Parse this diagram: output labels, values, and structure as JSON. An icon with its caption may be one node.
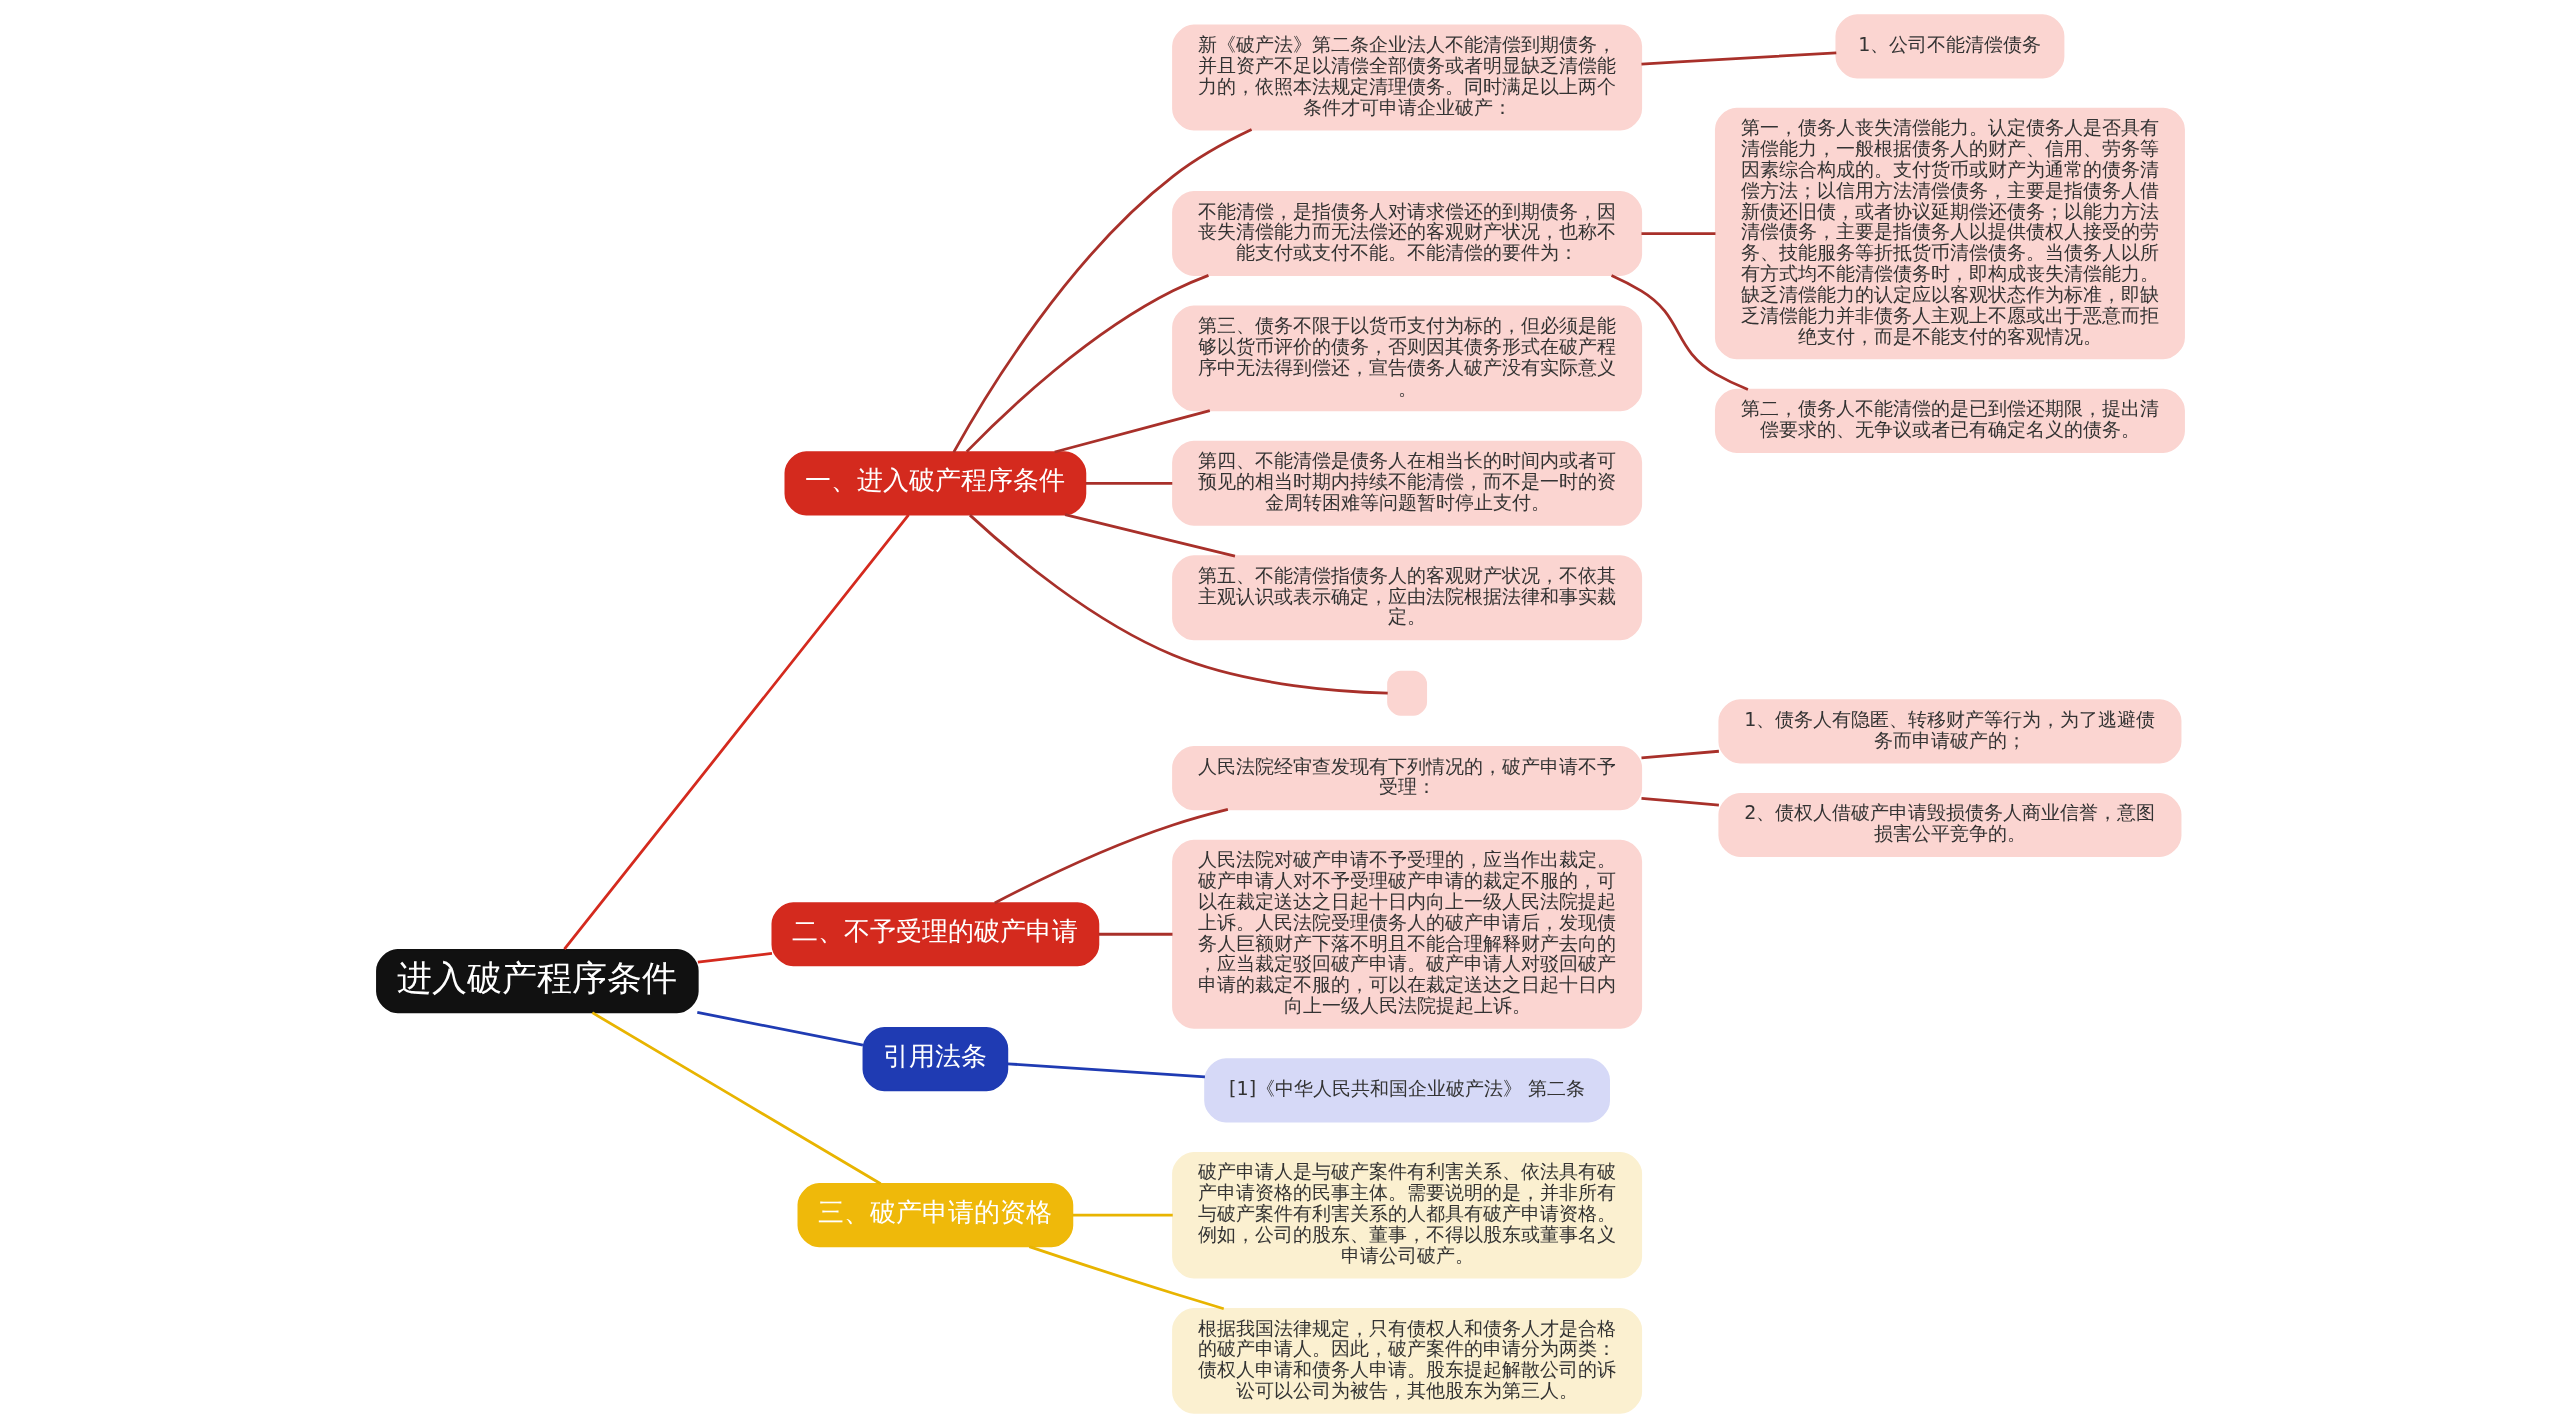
{
  "diagram": {
    "nodes": [
      {
        "text": [
          "进入破产程序条件"
        ]
      },
      {
        "text": [
          "一、进入破产程序条件"
        ]
      },
      {
        "text": [
          "新《破产法》第二条企业法人不能清偿到期债务，并且资产不足以清偿全部债务或者明显缺乏清偿能力的，依照本法规定清理债务。同时满足以上两个条件才可申请企业破产："
        ]
      },
      {
        "text": [
          "1、公司不能清偿债务"
        ]
      },
      {
        "text": [
          "不能清偿，是指债务人对请求偿还的到期债务，因丧失清偿能力而无法偿还的客观财产状况，也称不能支付或支付不能。不能清偿的要件为："
        ]
      },
      {
        "text": [
          "第一，债务人丧失清偿能力。认定债务人是否具有清偿能力，一般根据债务人的财产、信用、劳务等因素综合构成的。支付货币或财产为通常的债务清偿方法；以信用方法清偿债务，主要是指债务人借新债还旧债，或者协议延期偿还债务；以能力方法清偿债务，主要是指债务人以提供债权人接受的劳务、技能服务等折抵货币清偿债务。当债务人以所有方式均不能清偿债务时，即构成丧失清偿能力。缺乏清偿能力的认定应以客观状态作为标准，即缺乏清偿能力并非债务人主观上不愿或出于恶意而拒绝支付，而是不能支付的客观情况。"
        ]
      },
      {
        "text": [
          "第二，债务人不能清偿的是已到偿还期限，提出清偿要求的、无争议或者已有确定名义的债务。"
        ]
      },
      {
        "text": [
          "第三、债务不限于以货币支付为标的，但必须是能够以货币评价的债务，否则因其债务形式在破产程序中无法得到偿还，宣告债务人破产没有实际意义。"
        ]
      },
      {
        "text": [
          "第四、不能清偿是债务人在相当长的时间内或者可预见的相当时期内持续不能清偿，而不是一时的资金周转困难等问题暂时停止支付。"
        ]
      },
      {
        "text": [
          "第五、不能清偿指债务人的客观财产状况，不依其主观认识或表示确定，应由法院根据法律和事实裁定。"
        ]
      },
      {
        "text": [],
        "shape": "box"
      },
      {
        "text": [
          "二、不予受理的破产申请"
        ]
      },
      {
        "text": [
          "人民法院经审查发现有下列情况的，破产申请不予受理："
        ]
      },
      {
        "text": [
          "1、债务人有隐匿、转移财产等行为，为了逃避债务而申请破产的；"
        ]
      },
      {
        "text": [
          "2、债权人借破产申请毁损债务人商业信誉，意图损害公平竞争的。"
        ]
      },
      {
        "text": [
          "人民法院对破产申请不予受理的，应当作出裁定。破产申请人对不予受理破产申请的裁定不服的，可以在裁定送达之日起十日内向上一级人民法院提起上诉。人民法院受理债务人的破产申请后，发现债务人巨额财产下落不明且不能合理解释财产去向的，应当裁定驳回破产申请。破产申请人对驳回破产申请的裁定不服的，可以在裁定送达之日起十日内向上一级人民法院提起上诉。"
        ]
      },
      {
        "text": [
          "引用法条"
        ]
      },
      {
        "text": [
          "[1]《中华人民共和国企业破产法》 第二条"
        ]
      },
      {
        "text": [
          "三、破产申请的资格"
        ]
      },
      {
        "text": [
          "破产申请人是与破产案件有利害关系、依法具有破产申请资格的民事主体。需要说明的是，并非所有与破产案件有利害关系的人都具有破产申请资格。例如，公司的股东、董事，不得以股东或董事名义申请公司破产。"
        ]
      },
      {
        "text": [
          "根据我国法律规定，只有债权人和债务人才是合格的破产申请人。因此，破产案件的申请分为两类：债权人申请和债务人申请。股东提起解散公司的诉讼可以公司为被告，其他股东为第三人。"
        ]
      }
    ],
    "edges": [
      {
        "from": 0,
        "to": 1,
        "arrow": "none",
        "color": "#d42a1e"
      },
      {
        "from": 1,
        "to": 2,
        "arrow": "none"
      },
      {
        "from": 2,
        "to": 3,
        "arrow": "none"
      },
      {
        "from": 1,
        "to": 4,
        "arrow": "none"
      },
      {
        "from": 4,
        "to": 5,
        "arrow": "none"
      },
      {
        "from": 4,
        "to": 6,
        "arrow": "none"
      },
      {
        "from": 1,
        "to": 7,
        "arrow": "none"
      },
      {
        "from": 1,
        "to": 8,
        "arrow": "none"
      },
      {
        "from": 1,
        "to": 9,
        "arrow": "none"
      },
      {
        "from": 1,
        "to": 10,
        "arrow": "none"
      },
      {
        "from": 0,
        "to": 11,
        "arrow": "none",
        "color": "#d42a1e"
      },
      {
        "from": 11,
        "to": 12,
        "arrow": "none"
      },
      {
        "from": 12,
        "to": 13,
        "arrow": "none"
      },
      {
        "from": 12,
        "to": 14,
        "arrow": "none"
      },
      {
        "from": 11,
        "to": 15,
        "arrow": "none"
      },
      {
        "from": 0,
        "to": 16,
        "arrow": "none",
        "color": "#1f3bb3"
      },
      {
        "from": 16,
        "to": 17,
        "arrow": "none",
        "color": "#1f3bb3"
      },
      {
        "from": 0,
        "to": 18,
        "arrow": "none",
        "color": "#e8b400"
      },
      {
        "from": 18,
        "to": 19,
        "arrow": "none",
        "color": "#e8b400"
      },
      {
        "from": 18,
        "to": 20,
        "arrow": "none",
        "color": "#e8b400"
      }
    ]
  }
}
